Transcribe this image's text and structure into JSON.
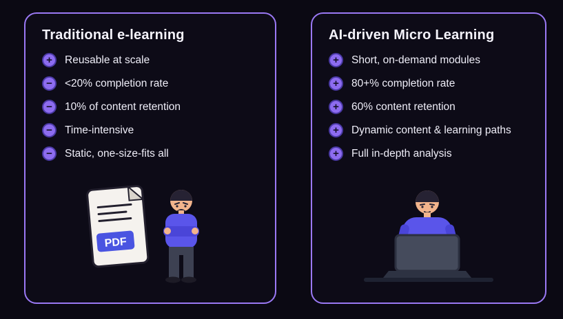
{
  "colors": {
    "background": "#0b0913",
    "card_border": "#9b79f5",
    "badge_fill": "#8d6cf0",
    "badge_symbol": "#151129",
    "text": "#efeef8",
    "pdf_box_blue": "#4a54e1",
    "shirt_purple": "#5a55ea"
  },
  "icons": {
    "plus": "+",
    "minus": "−"
  },
  "cards": [
    {
      "title": "Traditional e-learning",
      "items": [
        {
          "icon": "plus",
          "text": "Reusable at scale"
        },
        {
          "icon": "minus",
          "text": "<20% completion rate"
        },
        {
          "icon": "minus",
          "text": "10% of content retention"
        },
        {
          "icon": "minus",
          "text": "Time-intensive"
        },
        {
          "icon": "minus",
          "text": "Static, one-size-fits all"
        }
      ],
      "illustration": "person-with-pdf-document",
      "pdf_label": "PDF"
    },
    {
      "title": "AI-driven Micro Learning",
      "items": [
        {
          "icon": "plus",
          "text": "Short, on-demand modules"
        },
        {
          "icon": "plus",
          "text": "80+% completion rate"
        },
        {
          "icon": "plus",
          "text": "60% content retention"
        },
        {
          "icon": "plus",
          "text": "Dynamic content & learning paths"
        },
        {
          "icon": "plus",
          "text": "Full in-depth analysis"
        }
      ],
      "illustration": "person-working-on-laptop"
    }
  ]
}
